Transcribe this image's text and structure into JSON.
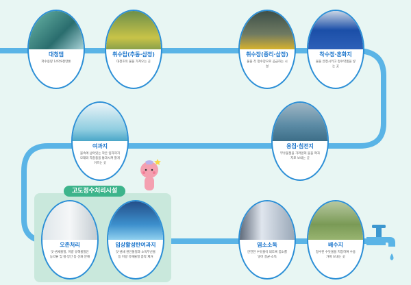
{
  "advanced_section": {
    "label": "고도정수처리시설"
  },
  "steps": [
    {
      "title": "대청댐",
      "desc": "저수용량 14억9천만톤"
    },
    {
      "title": "취수탑(추동·삼정)",
      "desc": "대청호의 물을 가져오는 곳"
    },
    {
      "title": "취수장(중리·삼정)",
      "desc": "물을 각 정수장으로 공급하는 시설"
    },
    {
      "title": "착수정·혼화지",
      "desc": "물을 안정시키고 정수약품을 넣는 곳"
    },
    {
      "title": "여과지",
      "desc": "물속에 남아있는 작은 입자까지 모래와 자갈층을 통과시켜 맑게 거르는 곳"
    },
    {
      "title": "응집·침전지",
      "desc": "부유물질을 가라앉혀 물을 여과지로 보내는 곳"
    },
    {
      "title": "오존처리",
      "desc": "맛·냄새물질, 미량 유해물질인 농약류 및 철·망간 등 산화 분해"
    },
    {
      "title": "입상활성탄여과지",
      "desc": "맛·냄새 원인물질과 소독부산물등 미량 유해물질 흡착 제거"
    },
    {
      "title": "염소소독",
      "desc": "안전한 수돗물이 되도록 염소를 넣어 살균·소독"
    },
    {
      "title": "배수지",
      "desc": "정수된 수돗물을 저장하여 수용가에 보내는 곳"
    }
  ],
  "colors": {
    "pipe": "#5ab4e6",
    "title": "#1d76cc",
    "accent": "#3db48b"
  }
}
